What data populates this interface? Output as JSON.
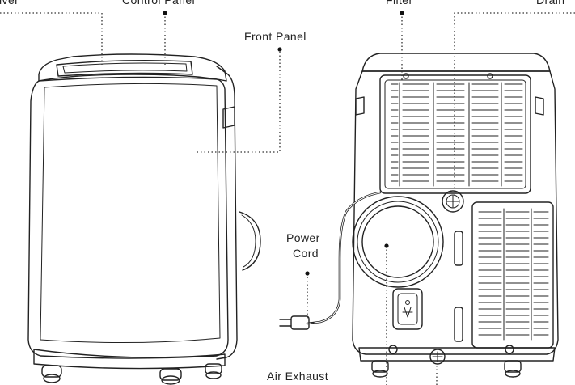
{
  "labels": {
    "louver": "Louver",
    "control_panel": "Control Panel",
    "front_panel": "Front Panel",
    "filter": "Filter",
    "drain": "Drain",
    "power_cord_line1": "Power",
    "power_cord_line2": "Cord",
    "air_exhaust": "Air Exhaust"
  }
}
